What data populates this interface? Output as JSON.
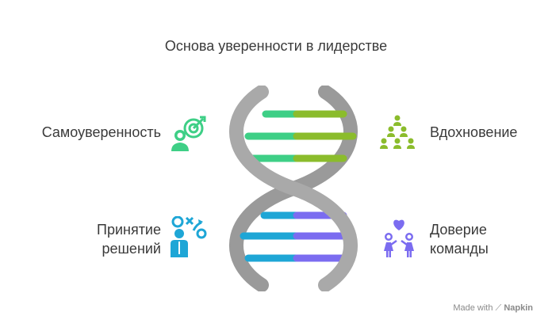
{
  "title": "Основа уверенности в лидерстве",
  "items": [
    {
      "label": "Самоуверенность",
      "color": "#3ecf86",
      "icon": "person-target-icon"
    },
    {
      "label": "Вдохновение",
      "color": "#8bbc2c",
      "icon": "group-pyramid-icon"
    },
    {
      "label_lines": [
        "Принятие",
        "решений"
      ],
      "color": "#1ea6d6",
      "icon": "person-strategy-icon"
    },
    {
      "label_lines": [
        "Доверие",
        "команды"
      ],
      "color": "#7b6cf0",
      "icon": "couple-heart-icon"
    }
  ],
  "helix_color": "#a9a9a9",
  "watermark": {
    "prefix": "Made with",
    "brand": "Napkin"
  }
}
